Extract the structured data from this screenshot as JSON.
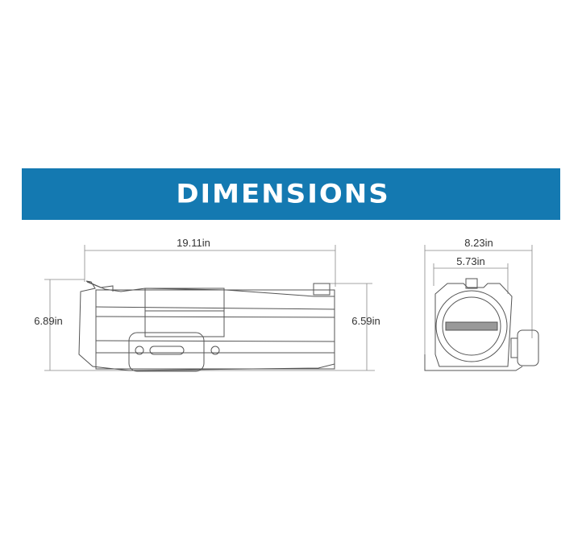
{
  "banner": {
    "title": "DIMENSIONS",
    "color": "#1479b1"
  },
  "side_view": {
    "length_label": "19.11in",
    "height_left_label": "6.89in",
    "height_right_label": "6.59in"
  },
  "end_view": {
    "overall_width_label": "8.23in",
    "drum_width_label": "5.73in"
  }
}
